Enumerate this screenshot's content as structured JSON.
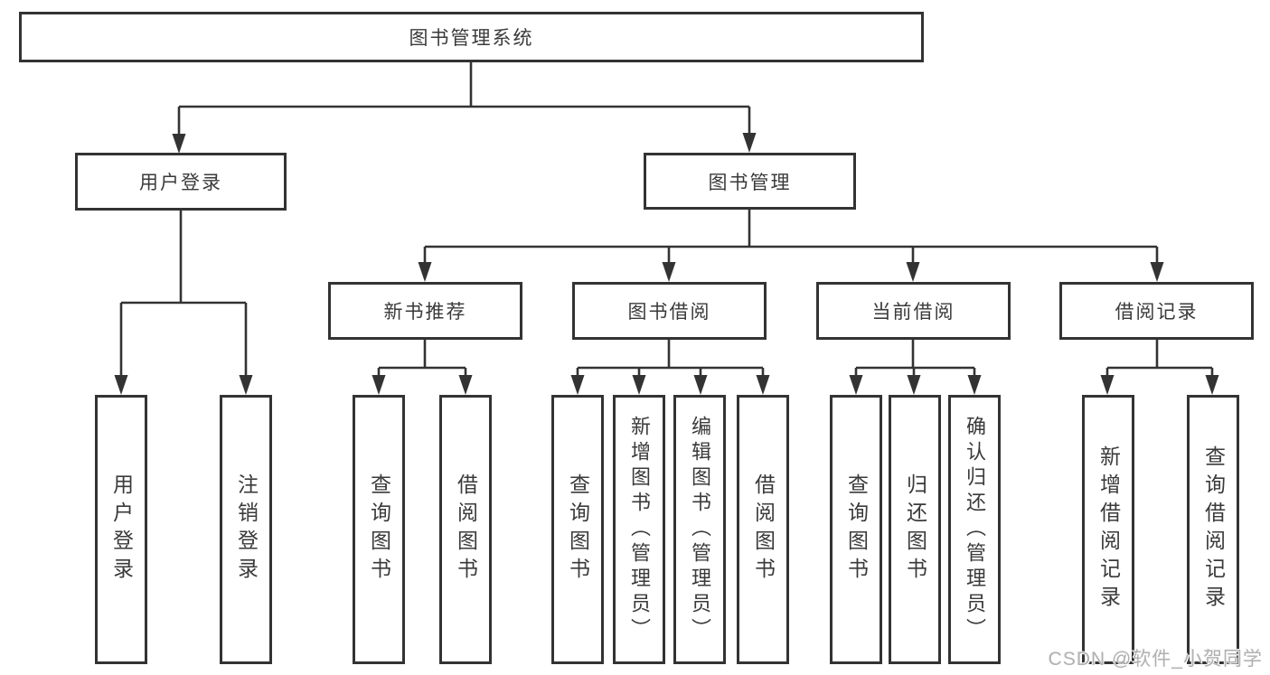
{
  "diagram": {
    "title": "图书管理系统",
    "root": {
      "label": "图书管理系统"
    },
    "branches": [
      {
        "label": "用户登录",
        "children": [
          {
            "label": "用户登录"
          },
          {
            "label": "注销登录"
          }
        ]
      },
      {
        "label": "图书管理",
        "children": [
          {
            "label": "新书推荐",
            "children": [
              {
                "label": "查询图书"
              },
              {
                "label": "借阅图书"
              }
            ]
          },
          {
            "label": "图书借阅",
            "children": [
              {
                "label": "查询图书"
              },
              {
                "label": "新增图书（管理员）"
              },
              {
                "label": "编辑图书（管理员）"
              },
              {
                "label": "借阅图书"
              }
            ]
          },
          {
            "label": "当前借阅",
            "children": [
              {
                "label": "查询图书"
              },
              {
                "label": "归还图书"
              },
              {
                "label": "确认归还（管理员）"
              }
            ]
          },
          {
            "label": "借阅记录",
            "children": [
              {
                "label": "新增借阅记录"
              },
              {
                "label": "查询借阅记录"
              }
            ]
          }
        ]
      }
    ]
  },
  "watermark": {
    "text": "CSDN @软件_小贺同学"
  },
  "colors": {
    "line": "#333333",
    "box_border": "#333333",
    "box_fill": "#ffffff",
    "text": "#3a3a3a",
    "background": "#ffffff",
    "watermark": "#b0b0b0"
  }
}
